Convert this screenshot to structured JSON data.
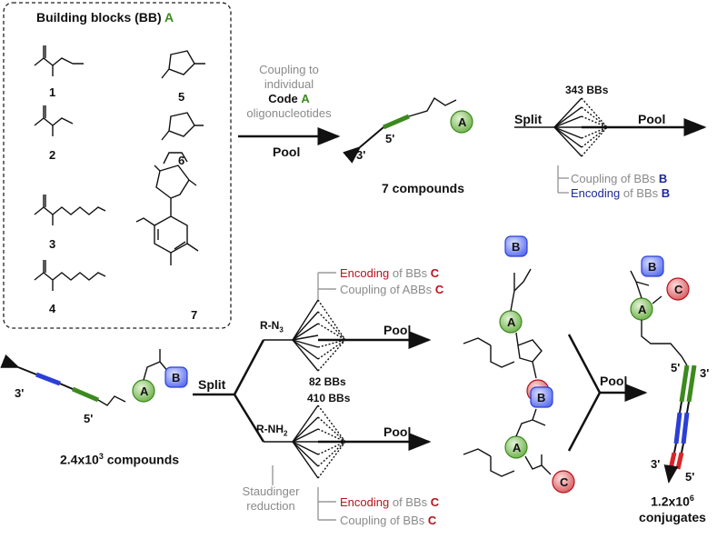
{
  "panel": {
    "title_prefix": "Building blocks (BB)",
    "title_letter": "A",
    "labels": [
      "1",
      "2",
      "3",
      "4",
      "5",
      "6",
      "7"
    ]
  },
  "stage1": {
    "line1": "Coupling to",
    "line2": "individual",
    "code_word": "Code",
    "code_letter": "A",
    "line4": "oligonucleotides",
    "pool": "Pool",
    "end3": "3'",
    "end5": "5'",
    "result": "7 compounds"
  },
  "split1": {
    "split": "Split",
    "count": "343 BBs",
    "pool": "Pool",
    "coupling": "Coupling",
    "of_bbs": "of BBs",
    "encoding": "Encoding",
    "letter": "B"
  },
  "lower_left": {
    "end3": "3'",
    "end5": "5'",
    "split": "Split",
    "result_prefix": "2.4x10",
    "result_sup": "3",
    "result_suffix": " compounds"
  },
  "branch_top": {
    "reagent": "R-N",
    "reagent_sub": "3",
    "encoding": "Encoding",
    "coupling_pre": "Coupling of ",
    "coupling_a": "A",
    "coupling_post": "BBs",
    "of_bbs": "of BBs",
    "letter": "C",
    "pool": "Pool",
    "count": "82 BBs"
  },
  "branch_bottom": {
    "reagent": "R-NH",
    "reagent_sub": "2",
    "count": "410 BBs",
    "pool": "Pool",
    "stau1": "Staudinger",
    "stau2": "reduction",
    "encoding": "Encoding",
    "coupling": "Coupling",
    "of_bbs": "of BBs",
    "letter": "C"
  },
  "final": {
    "pool": "Pool",
    "end5a": "5'",
    "end3a": "3'",
    "end3b": "3'",
    "end5b": "5'",
    "result_prefix": "1.2x10",
    "result_sup": "6",
    "result_line2": "conjugates"
  },
  "colors": {
    "green": "#5fa83a",
    "blue": "#2b3fd6",
    "red": "#d6262b",
    "gray_text": "#8a8a8a"
  }
}
